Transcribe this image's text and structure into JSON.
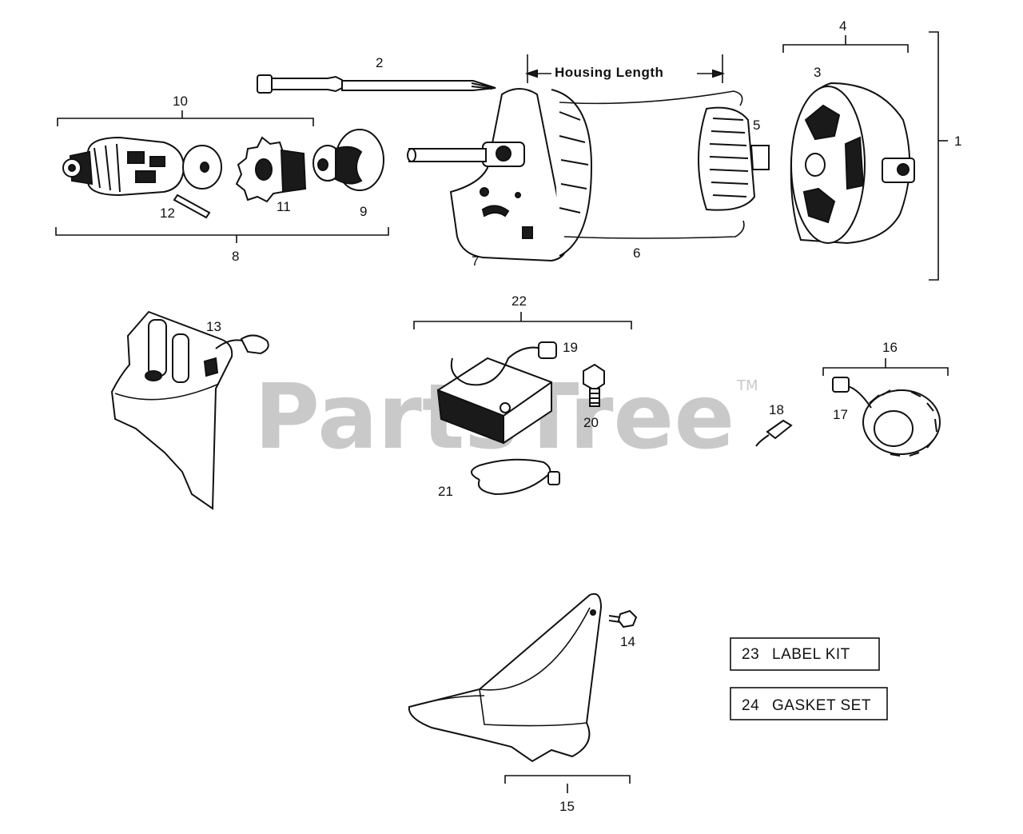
{
  "watermark": {
    "text": "PartsTree",
    "trademark": "TM"
  },
  "housing_label": "Housing Length",
  "callouts": {
    "c1": "1",
    "c2": "2",
    "c3": "3",
    "c4": "4",
    "c5": "5",
    "c6": "6",
    "c7": "7",
    "c8": "8",
    "c9": "9",
    "c10": "10",
    "c11": "11",
    "c12": "12",
    "c13": "13",
    "c14": "14",
    "c15": "15",
    "c16": "16",
    "c17": "17",
    "c18": "18",
    "c19": "19",
    "c20": "20",
    "c21": "21",
    "c22": "22"
  },
  "kits": [
    {
      "number": "23",
      "label": "LABEL KIT"
    },
    {
      "number": "24",
      "label": "GASKET SET"
    }
  ]
}
